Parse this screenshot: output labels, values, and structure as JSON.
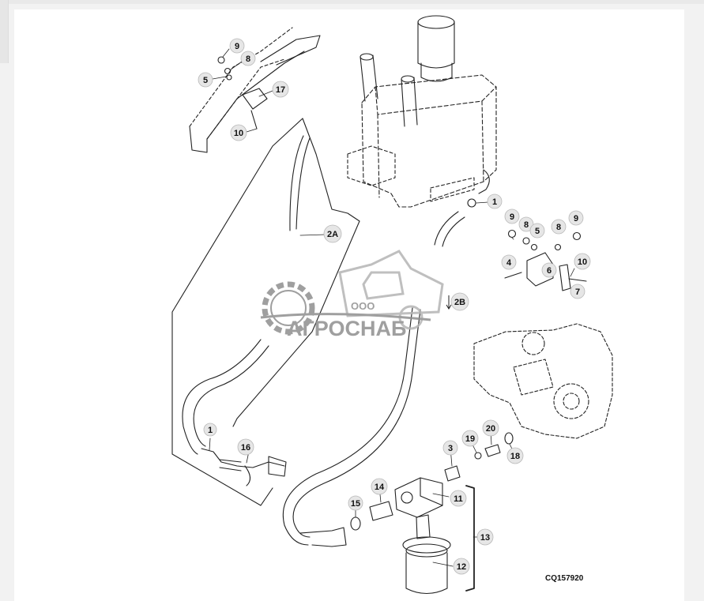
{
  "watermark": {
    "company_prefix": "ООО",
    "company_name": "АГРОСНАБ",
    "color": "#8f8f8f"
  },
  "figure": {
    "reference_code": "CQ157920"
  },
  "callouts": [
    {
      "id": "c9a",
      "label": "9"
    },
    {
      "id": "c8a",
      "label": "8"
    },
    {
      "id": "c5a",
      "label": "5"
    },
    {
      "id": "c17",
      "label": "17"
    },
    {
      "id": "c10a",
      "label": "10"
    },
    {
      "id": "c2a",
      "label": "2A"
    },
    {
      "id": "c1a",
      "label": "1"
    },
    {
      "id": "c9b",
      "label": "9"
    },
    {
      "id": "c8b",
      "label": "8"
    },
    {
      "id": "c5b",
      "label": "5"
    },
    {
      "id": "c8c",
      "label": "8"
    },
    {
      "id": "c9c",
      "label": "9"
    },
    {
      "id": "c4",
      "label": "4"
    },
    {
      "id": "c10b",
      "label": "10"
    },
    {
      "id": "c6",
      "label": "6"
    },
    {
      "id": "c7",
      "label": "7"
    },
    {
      "id": "c2b",
      "label": "2B"
    },
    {
      "id": "c1b",
      "label": "1"
    },
    {
      "id": "c16",
      "label": "16"
    },
    {
      "id": "c3",
      "label": "3"
    },
    {
      "id": "c19",
      "label": "19"
    },
    {
      "id": "c20",
      "label": "20"
    },
    {
      "id": "c18",
      "label": "18"
    },
    {
      "id": "c14",
      "label": "14"
    },
    {
      "id": "c11",
      "label": "11"
    },
    {
      "id": "c15",
      "label": "15"
    },
    {
      "id": "c13",
      "label": "13"
    },
    {
      "id": "c12",
      "label": "12"
    }
  ]
}
